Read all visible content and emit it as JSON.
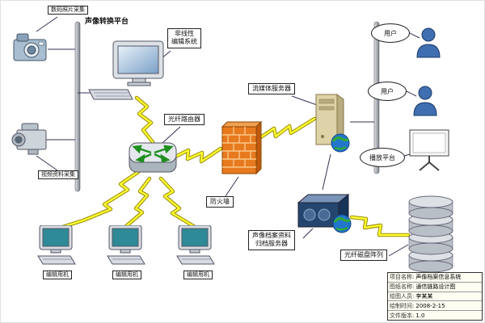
{
  "diagram": {
    "nodes": {
      "photo_capture": "数码照片采集",
      "av_platform": "声像转换平台",
      "nonlinear_line1": "非线性",
      "nonlinear_line2": "编辑系统",
      "fiber_router": "光纤路由器",
      "firewall": "防火墙",
      "stream_server": "流媒体服务器",
      "user_top": "用户",
      "user_mid": "用户",
      "playback_platform": "播放平台",
      "video_capture": "视频资料采集",
      "archive_line1": "声像档案资料",
      "archive_line2": "归档服务器",
      "disk_array": "光纤磁盘阵列",
      "edit_pc_1": "编辑用机",
      "edit_pc_2": "编辑用机",
      "edit_pc_3": "编辑用机"
    },
    "title_block": {
      "rows": [
        {
          "label": "项目名称:",
          "value": "声像档案信息系统"
        },
        {
          "label": "图纸名称:",
          "value": "通信链路设计图"
        },
        {
          "label": "绘图人员:",
          "value": "李某某"
        },
        {
          "label": "绘制时间:",
          "value": "2008-2-15"
        },
        {
          "label": "文件版本:",
          "value": "1.0"
        }
      ]
    },
    "icons": {
      "photo_camera": "photo-camera-icon",
      "video_camera": "video-camera-icon",
      "workstation": "workstation-icon",
      "router": "router-icon",
      "firewall": "firewall-icon",
      "tower_server": "tower-server-icon",
      "rack_server": "rack-server-icon",
      "disk_array": "disk-array-icon",
      "user": "user-icon",
      "projection_screen": "projection-screen-icon",
      "edit_pc": "desktop-pc-icon",
      "lightning_link": "lightning-link-icon"
    },
    "colors": {
      "lightning": "#ffff33",
      "lightning_edge": "#9a8a00",
      "firewall_brick": "#e87a1e",
      "connector": "#333355"
    }
  }
}
